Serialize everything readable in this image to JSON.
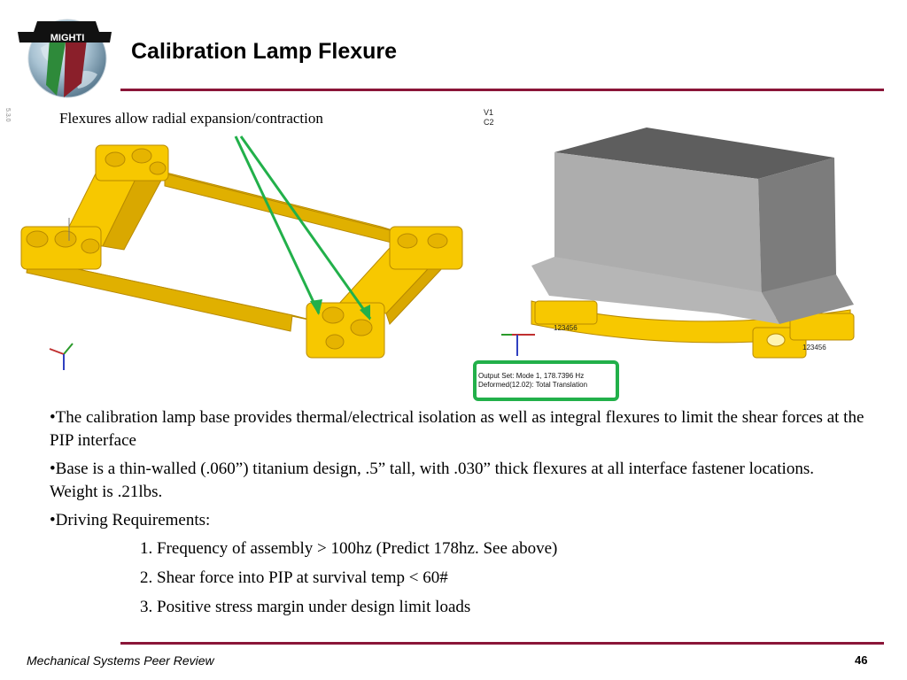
{
  "slide": {
    "title": "Calibration Lamp Flexure",
    "logo_text": "MIGHTI",
    "side_tag": "5.3.0",
    "accent_color": "#8a1538"
  },
  "left_figure": {
    "caption": "Flexures allow radial expansion/contraction",
    "arrow_color": "#22b04a",
    "part_color": "#f5c000"
  },
  "right_figure": {
    "view_labels": [
      "V1",
      "C2"
    ],
    "node_label": "123456",
    "output_set": "Output Set: Mode 1, 178.7396 Hz",
    "deformed": "Deformed(12.02): Total Translation",
    "highlight_color": "#22b04a"
  },
  "body": {
    "bullets": [
      "•The calibration lamp base provides thermal/electrical isolation as well as integral flexures to limit the shear forces at the PIP interface",
      "•Base is a thin-walled (.060”) titanium design, .5” tall, with .030” thick flexures at all interface fastener locations.  Weight is .21lbs.",
      "•Driving Requirements:"
    ],
    "requirements": [
      "1. Frequency of assembly > 100hz  (Predict 178hz.  See above)",
      "2. Shear force into PIP at survival temp < 60#",
      "3. Positive stress margin under design limit loads"
    ]
  },
  "footer": {
    "label": "Mechanical Systems Peer Review",
    "page_number": "46"
  }
}
